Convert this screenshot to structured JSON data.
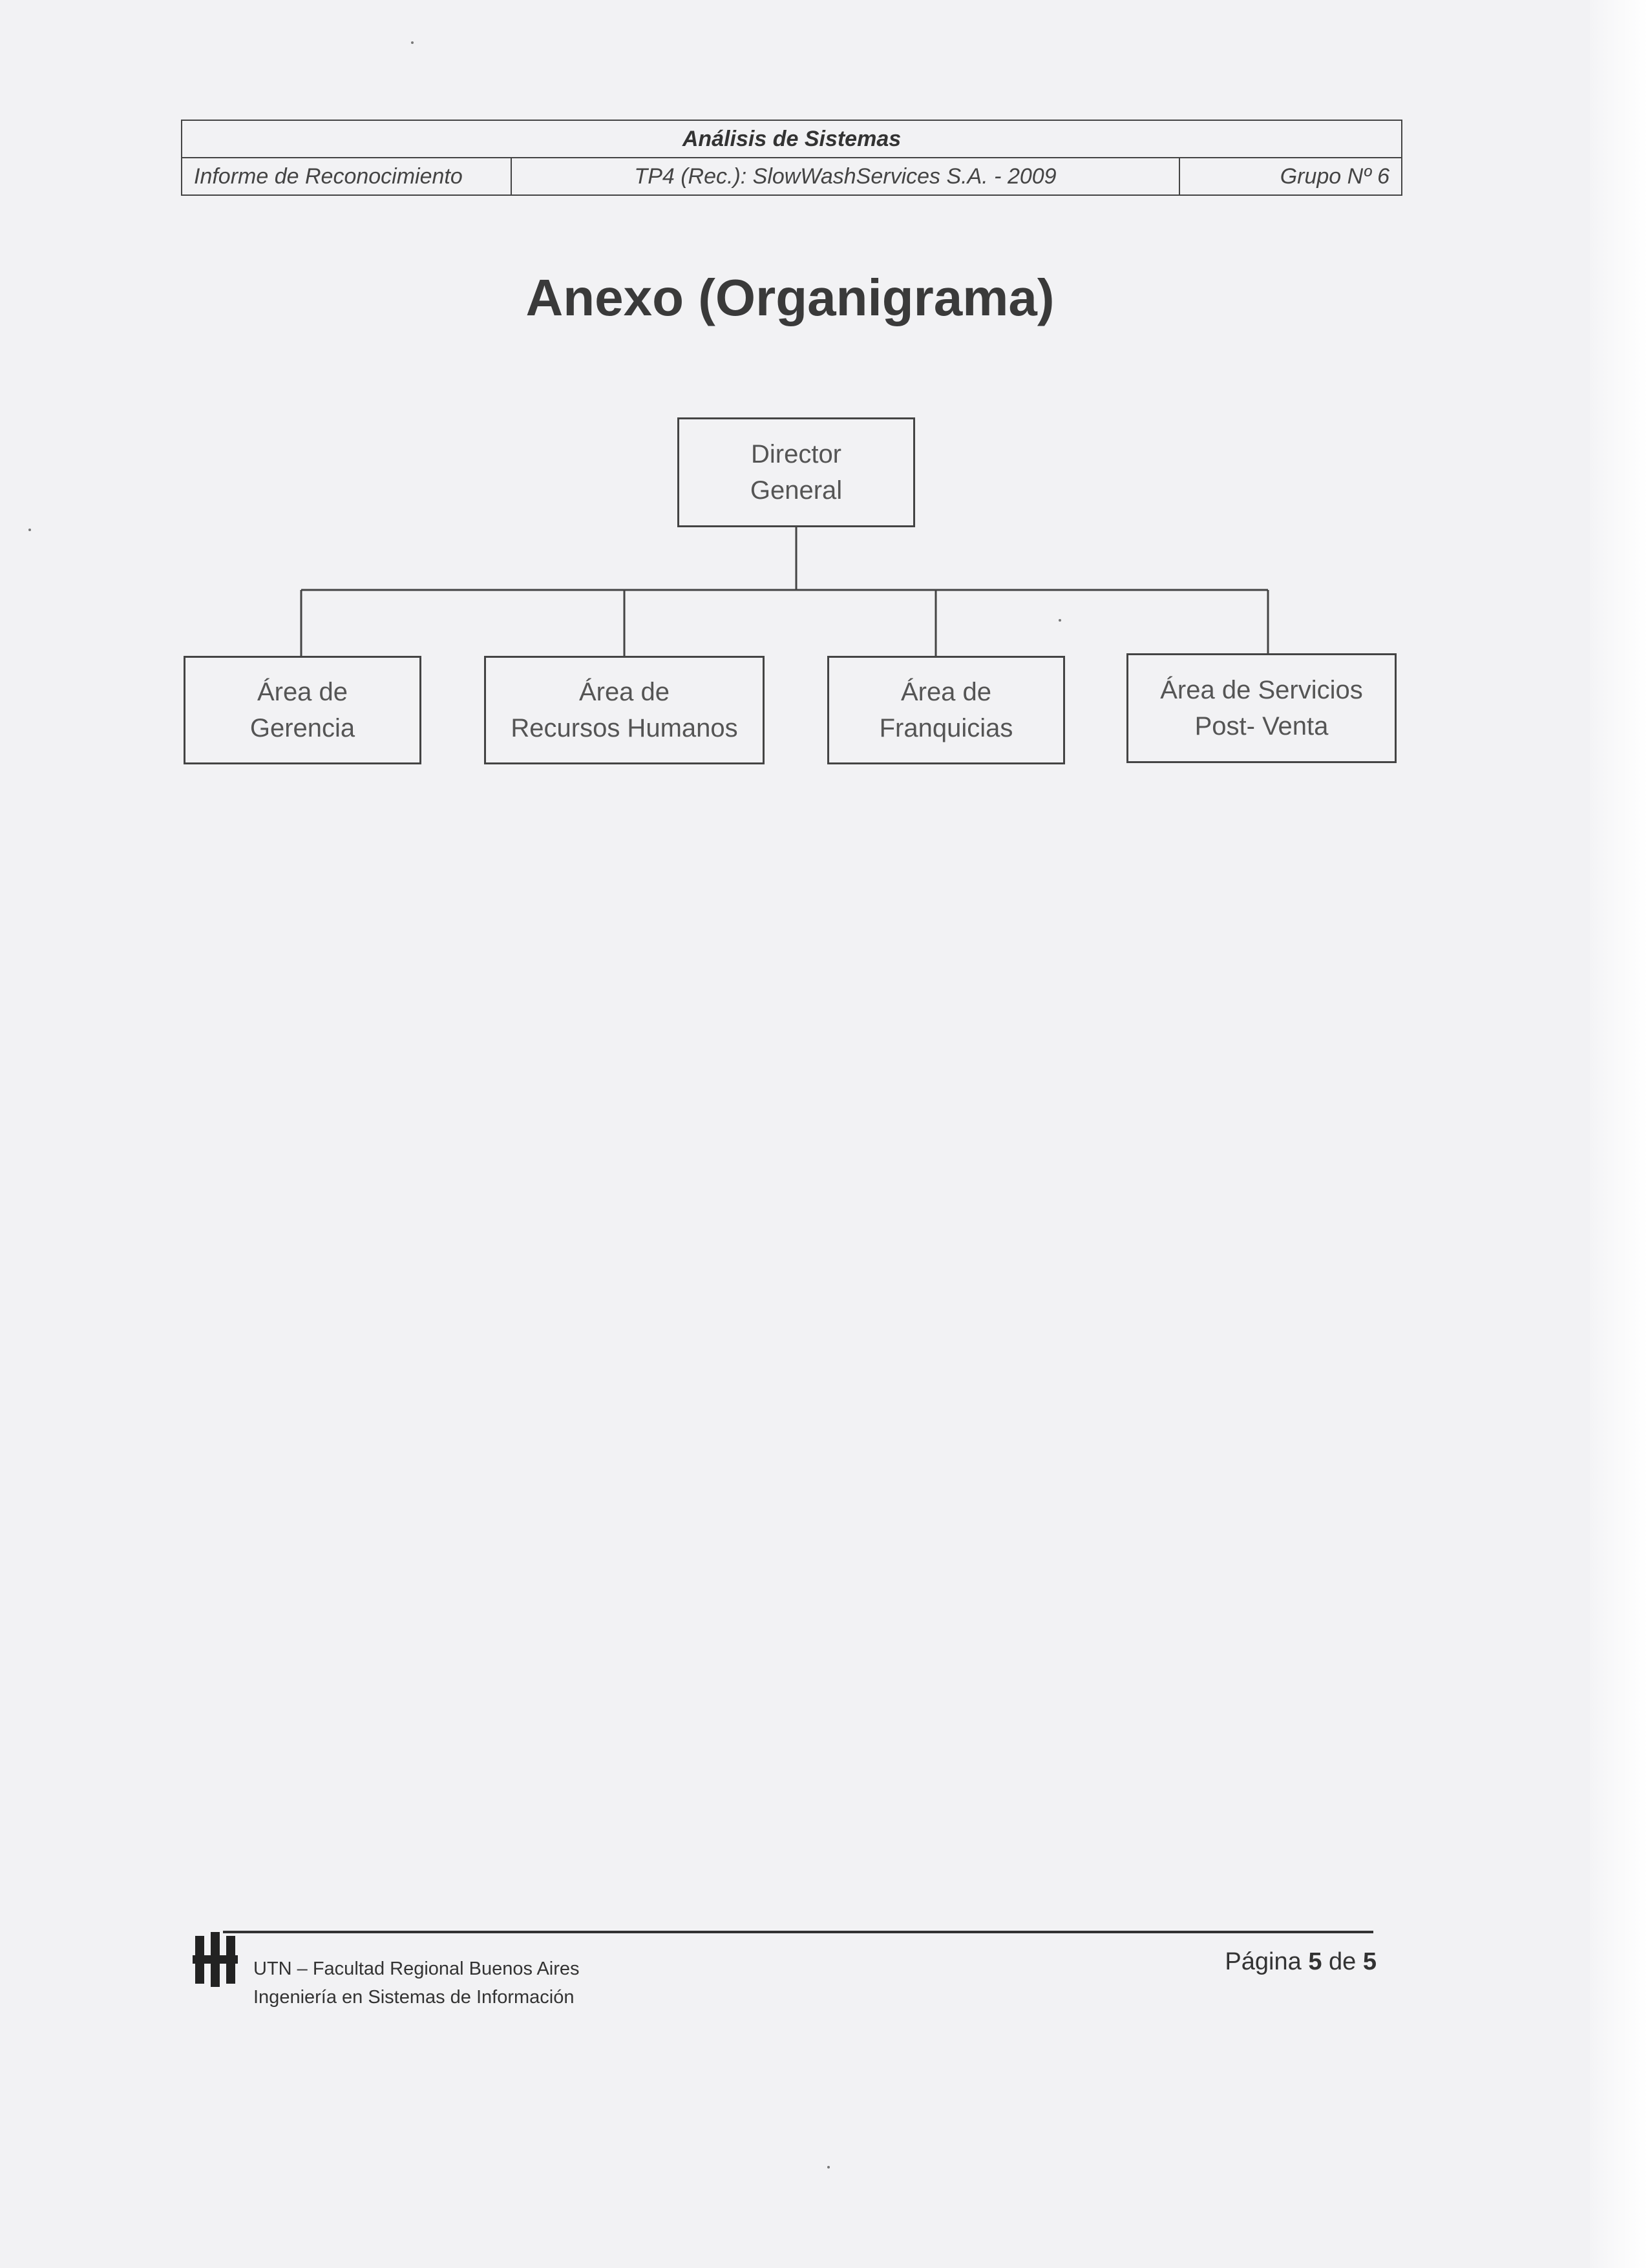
{
  "header": {
    "title": "Análisis de Sistemas",
    "left": "Informe de Reconocimiento",
    "center": "TP4 (Rec.): SlowWashServices S.A. - 2009",
    "right": "Grupo Nº 6"
  },
  "document": {
    "title": "Anexo (Organigrama)"
  },
  "orgchart": {
    "root": {
      "line1": "Director",
      "line2": "General"
    },
    "children": [
      {
        "line1": "Área de",
        "line2": "Gerencia"
      },
      {
        "line1": "Área de",
        "line2": "Recursos Humanos"
      },
      {
        "line1": "Área de",
        "line2": "Franquicias"
      },
      {
        "line1": "Área de Servicios",
        "line2": "Post- Venta"
      }
    ]
  },
  "footer": {
    "line1": "UTN – Facultad Regional Buenos Aires",
    "line2": "Ingeniería en Sistemas de Información",
    "page_prefix": "Página",
    "page_current": "5",
    "page_sep": "de",
    "page_total": "5"
  }
}
